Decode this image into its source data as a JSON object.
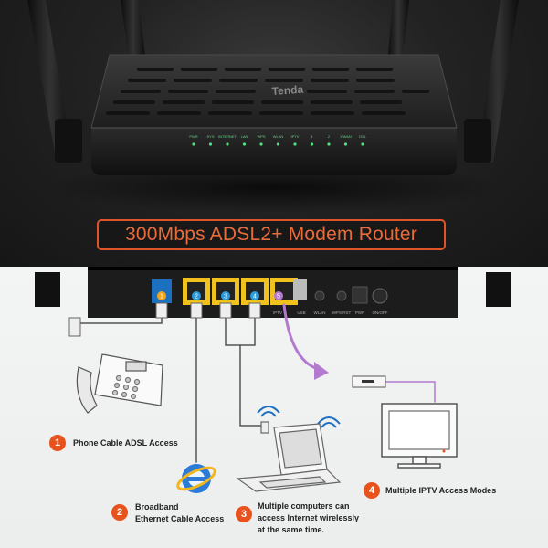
{
  "banner": {
    "title": "300Mbps ADSL2+ Modem Router"
  },
  "router": {
    "brand": "Tenda",
    "leds": [
      "PWR",
      "SYS",
      "INTERNET",
      "LAN",
      "WPS",
      "WLAN",
      "IPTV",
      "1",
      "2",
      "3/WAN",
      "DSL"
    ],
    "rear_labels": [
      "IPTV",
      "USB",
      "WLAN",
      "WPS/RST",
      "PWR",
      "ON/OFF"
    ],
    "port_numbers": [
      "1",
      "2",
      "3",
      "4",
      "5"
    ]
  },
  "callouts": [
    {
      "number": "1",
      "text": "Phone Cable ADSL Access"
    },
    {
      "number": "2",
      "line1": "Broadband",
      "line2": "Ethernet Cable Access"
    },
    {
      "number": "3",
      "line1": "Multiple computers can",
      "line2": "access Internet wirelessly",
      "line3": "at the same time."
    },
    {
      "number": "4",
      "text": "Multiple IPTV Access Modes"
    }
  ],
  "colors": {
    "accent": "#e8521d",
    "port_yellow": "#f1c21b",
    "port_blue": "#1d6fc0",
    "iptv_cable": "#b37ad0"
  }
}
